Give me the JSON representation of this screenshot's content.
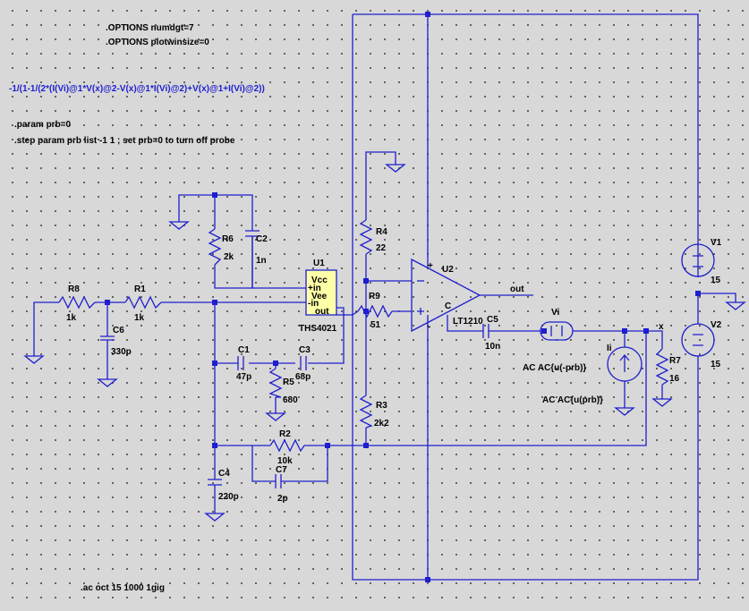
{
  "directives": {
    "opt_numdgt": ".OPTIONS numdgt=7",
    "opt_plotwinsize": ".OPTIONS plotwinsize=0",
    "expression": "-1/(1-1/(2*(I(Vi)@1*V(x)@2-V(x)@1*I(Vi)@2)+V(x)@1+I(Vi)@2))",
    "param": ".param prb=0",
    "step": ".step param prb list -1 1 ; set prb=0 to turn off probe",
    "ac": ".ac oct 15 1000 1gig"
  },
  "components": {
    "R8": {
      "name": "R8",
      "value": "1k"
    },
    "R1": {
      "name": "R1",
      "value": "1k"
    },
    "C6": {
      "name": "C6",
      "value": "330p"
    },
    "R6": {
      "name": "R6",
      "value": "2k"
    },
    "C2": {
      "name": "C2",
      "value": "1n"
    },
    "U1": {
      "name": "U1",
      "model": "THS4021",
      "pins": [
        "Vcc",
        "+in",
        "Vee",
        "-in",
        "out"
      ]
    },
    "C1": {
      "name": "C1",
      "value": "47p"
    },
    "C3": {
      "name": "C3",
      "value": "68p"
    },
    "R5": {
      "name": "R5",
      "value": "680"
    },
    "C4": {
      "name": "C4",
      "value": "220p"
    },
    "R2": {
      "name": "R2",
      "value": "10k"
    },
    "C7": {
      "name": "C7",
      "value": "2p"
    },
    "R4": {
      "name": "R4",
      "value": "22"
    },
    "R9": {
      "name": "R9",
      "value": "51"
    },
    "R3": {
      "name": "R3",
      "value": "2k2"
    },
    "U2": {
      "name": "U2",
      "model": "LT1210"
    },
    "C5": {
      "name": "C5",
      "value": "10n"
    },
    "Vi": {
      "name": "Vi",
      "value": "AC AC{u(-prb)}"
    },
    "Ii": {
      "name": "Ii",
      "value": "AC AC{u(prb)}"
    },
    "R7": {
      "name": "R7",
      "value": "16"
    },
    "V1": {
      "name": "V1",
      "value": "15"
    },
    "V2": {
      "name": "V2",
      "value": "15"
    }
  },
  "nets": {
    "out": "out",
    "x": "x"
  },
  "colors": {
    "background": "#d8d8d8",
    "wire": "#1e1ecf",
    "opamp_body": "#ffffa8",
    "grid_dot": "#3a3a3a"
  }
}
